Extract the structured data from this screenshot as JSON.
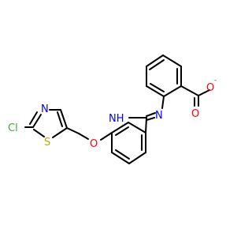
{
  "colors": {
    "bond": "#000000",
    "oxygen": "#ff0000",
    "nitrogen": "#0000ff",
    "sulfur": "#c8a400",
    "chlorine": "#2db52d",
    "background": "#ffffff"
  },
  "atoms": {
    "amidine_nh": "NH",
    "imine_n": "N",
    "carbonyl_o": "O",
    "carboxylate_o": "O",
    "charge": "-",
    "ether_o": "O",
    "thiazole_n": "N",
    "thiazole_s": "S",
    "chlorine": "Cl"
  }
}
